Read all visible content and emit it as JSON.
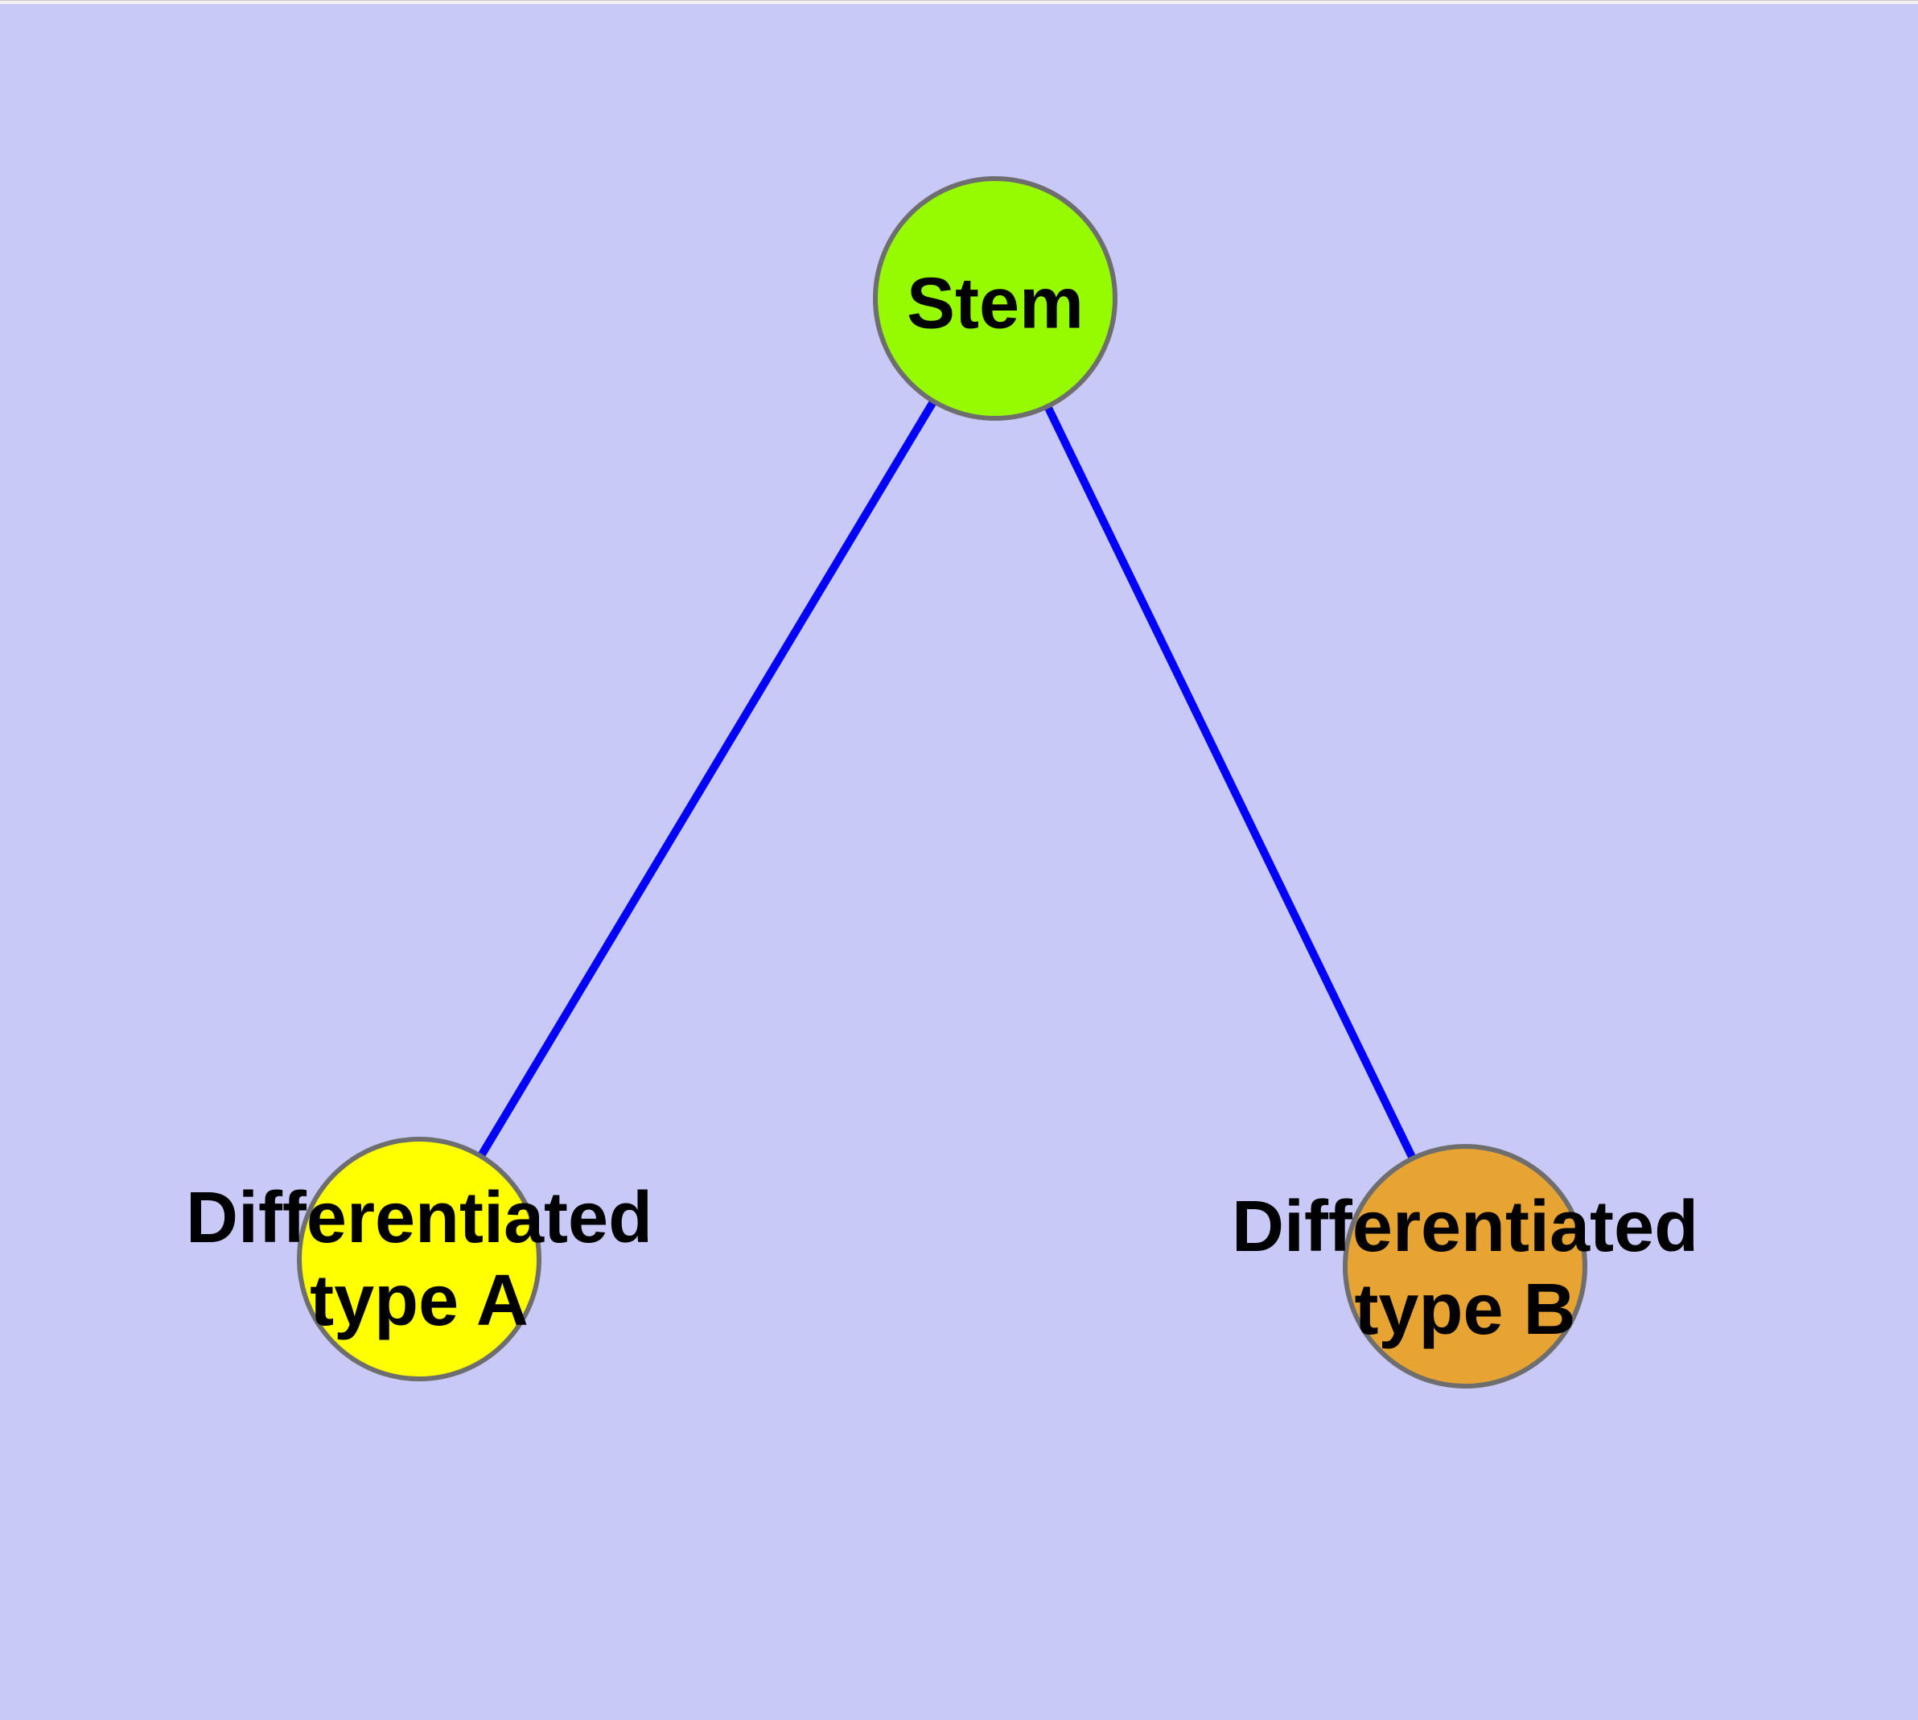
{
  "page": {
    "background_color": "#C9C9F7",
    "top_strip_color": "#F2F2F2"
  },
  "diagram": {
    "type": "graph",
    "description": "Stem cell differentiation tree with one root node and two leaf nodes",
    "edge_color": "#0202FA",
    "node_border_color": "#6E6E6E",
    "label_color": "#000000",
    "nodes": [
      {
        "id": "stem",
        "label": "Stem",
        "fill_color": "#96FA01"
      },
      {
        "id": "differentiated-type-a",
        "label": "Differentiated\ntype A",
        "fill_color": "#FFFF00"
      },
      {
        "id": "differentiated-type-b",
        "label": "Differentiated\ntype B",
        "fill_color": "#E8A433"
      }
    ],
    "edges": [
      {
        "from": "stem",
        "to": "differentiated-type-a"
      },
      {
        "from": "stem",
        "to": "differentiated-type-b"
      }
    ]
  }
}
